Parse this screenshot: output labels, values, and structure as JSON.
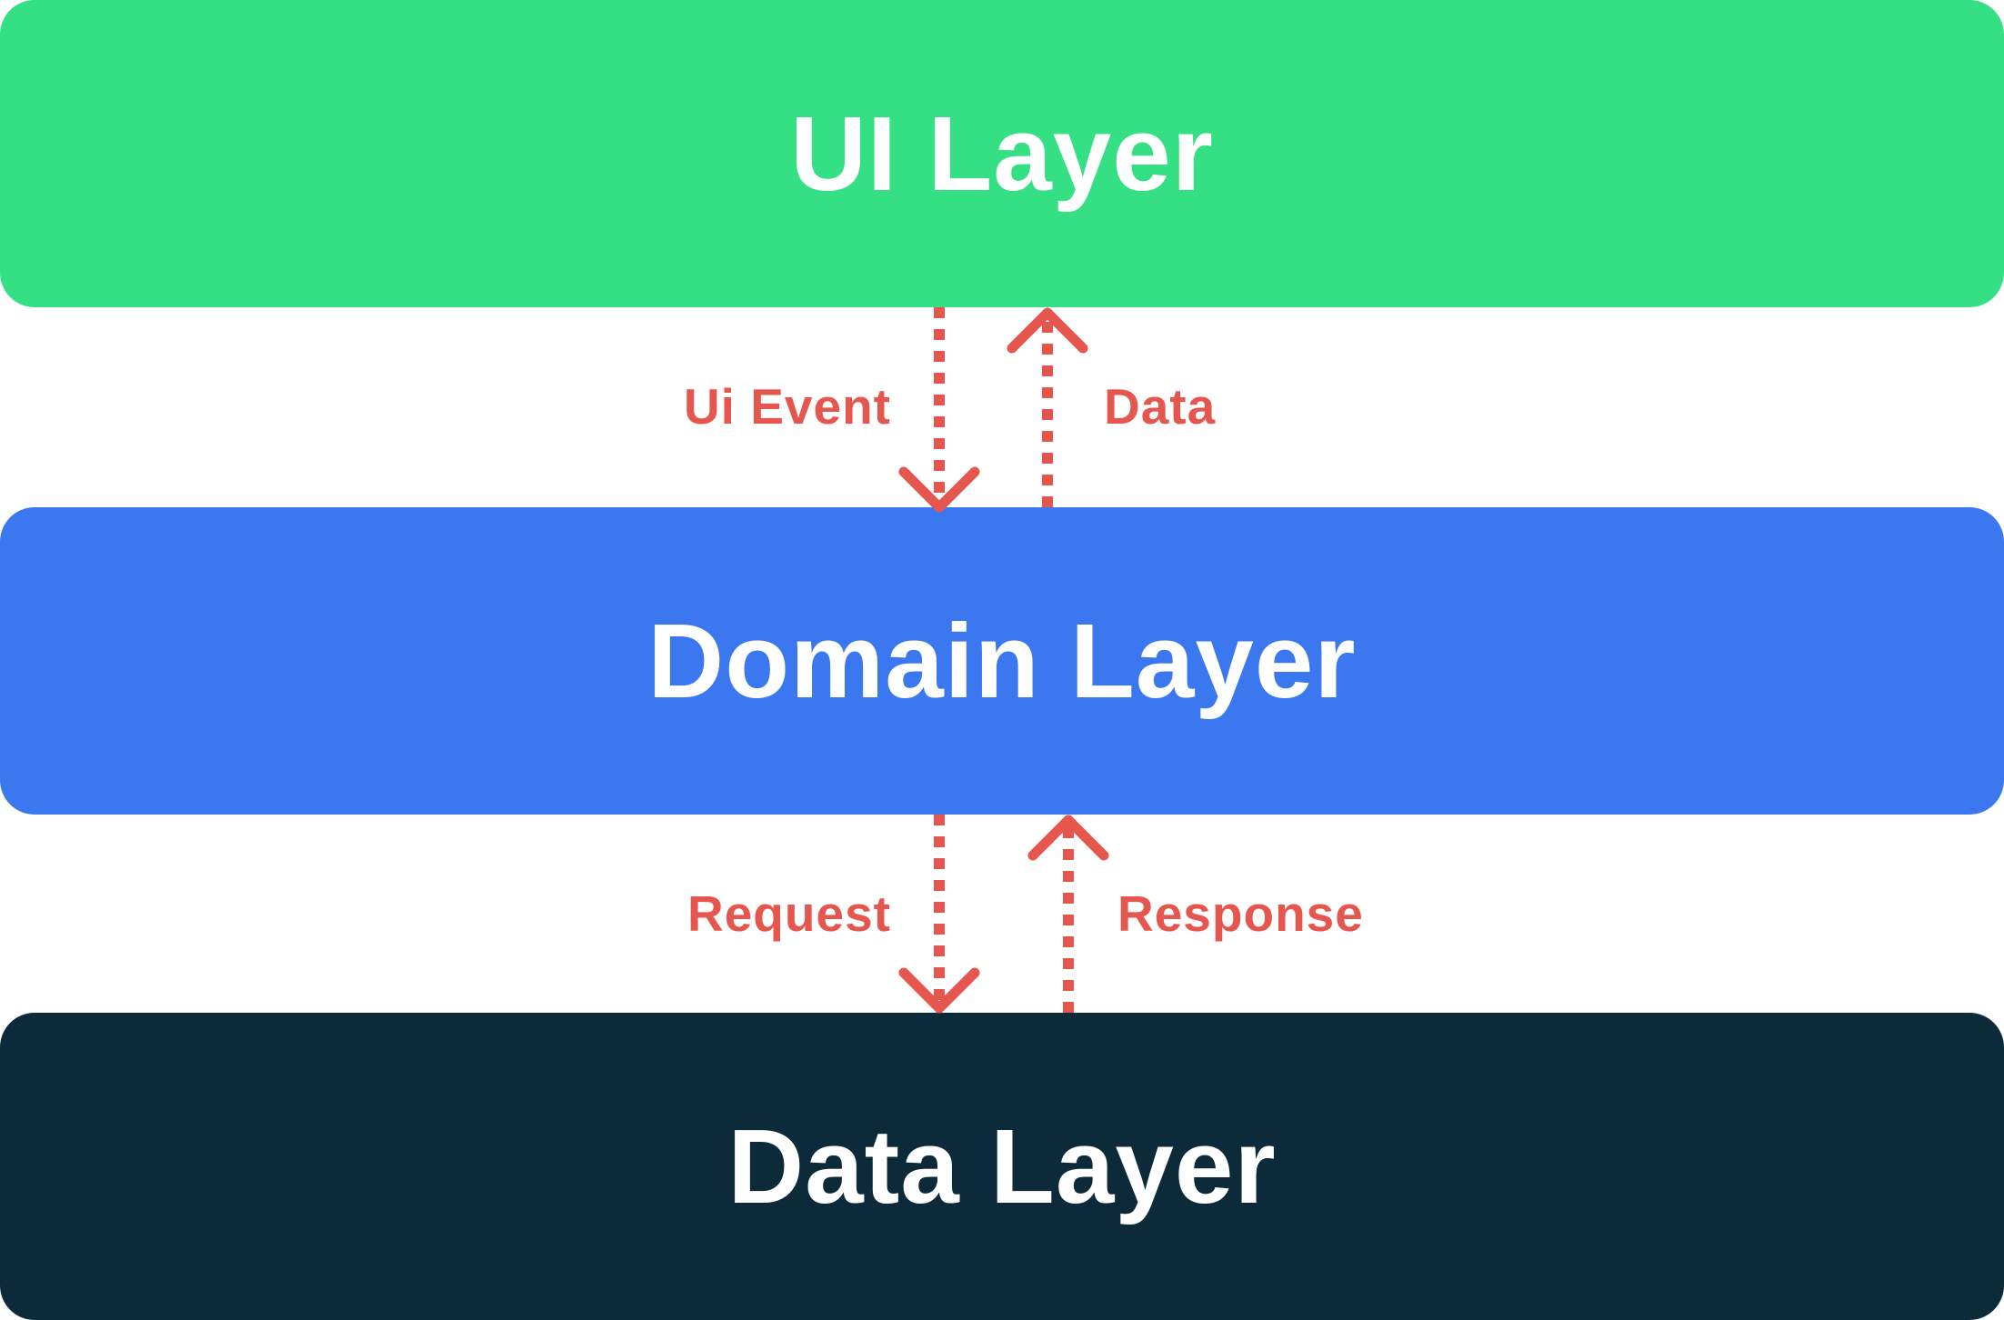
{
  "layers": {
    "ui": {
      "title": "UI Layer",
      "color": "#35e085"
    },
    "domain": {
      "title": "Domain Layer",
      "color": "#3b78f0"
    },
    "data": {
      "title": "Data Layer",
      "color": "#0d2a3b"
    }
  },
  "connectors": {
    "ui_event": "Ui Event",
    "data": "Data",
    "request": "Request",
    "response": "Response",
    "color": "#e5564e"
  }
}
